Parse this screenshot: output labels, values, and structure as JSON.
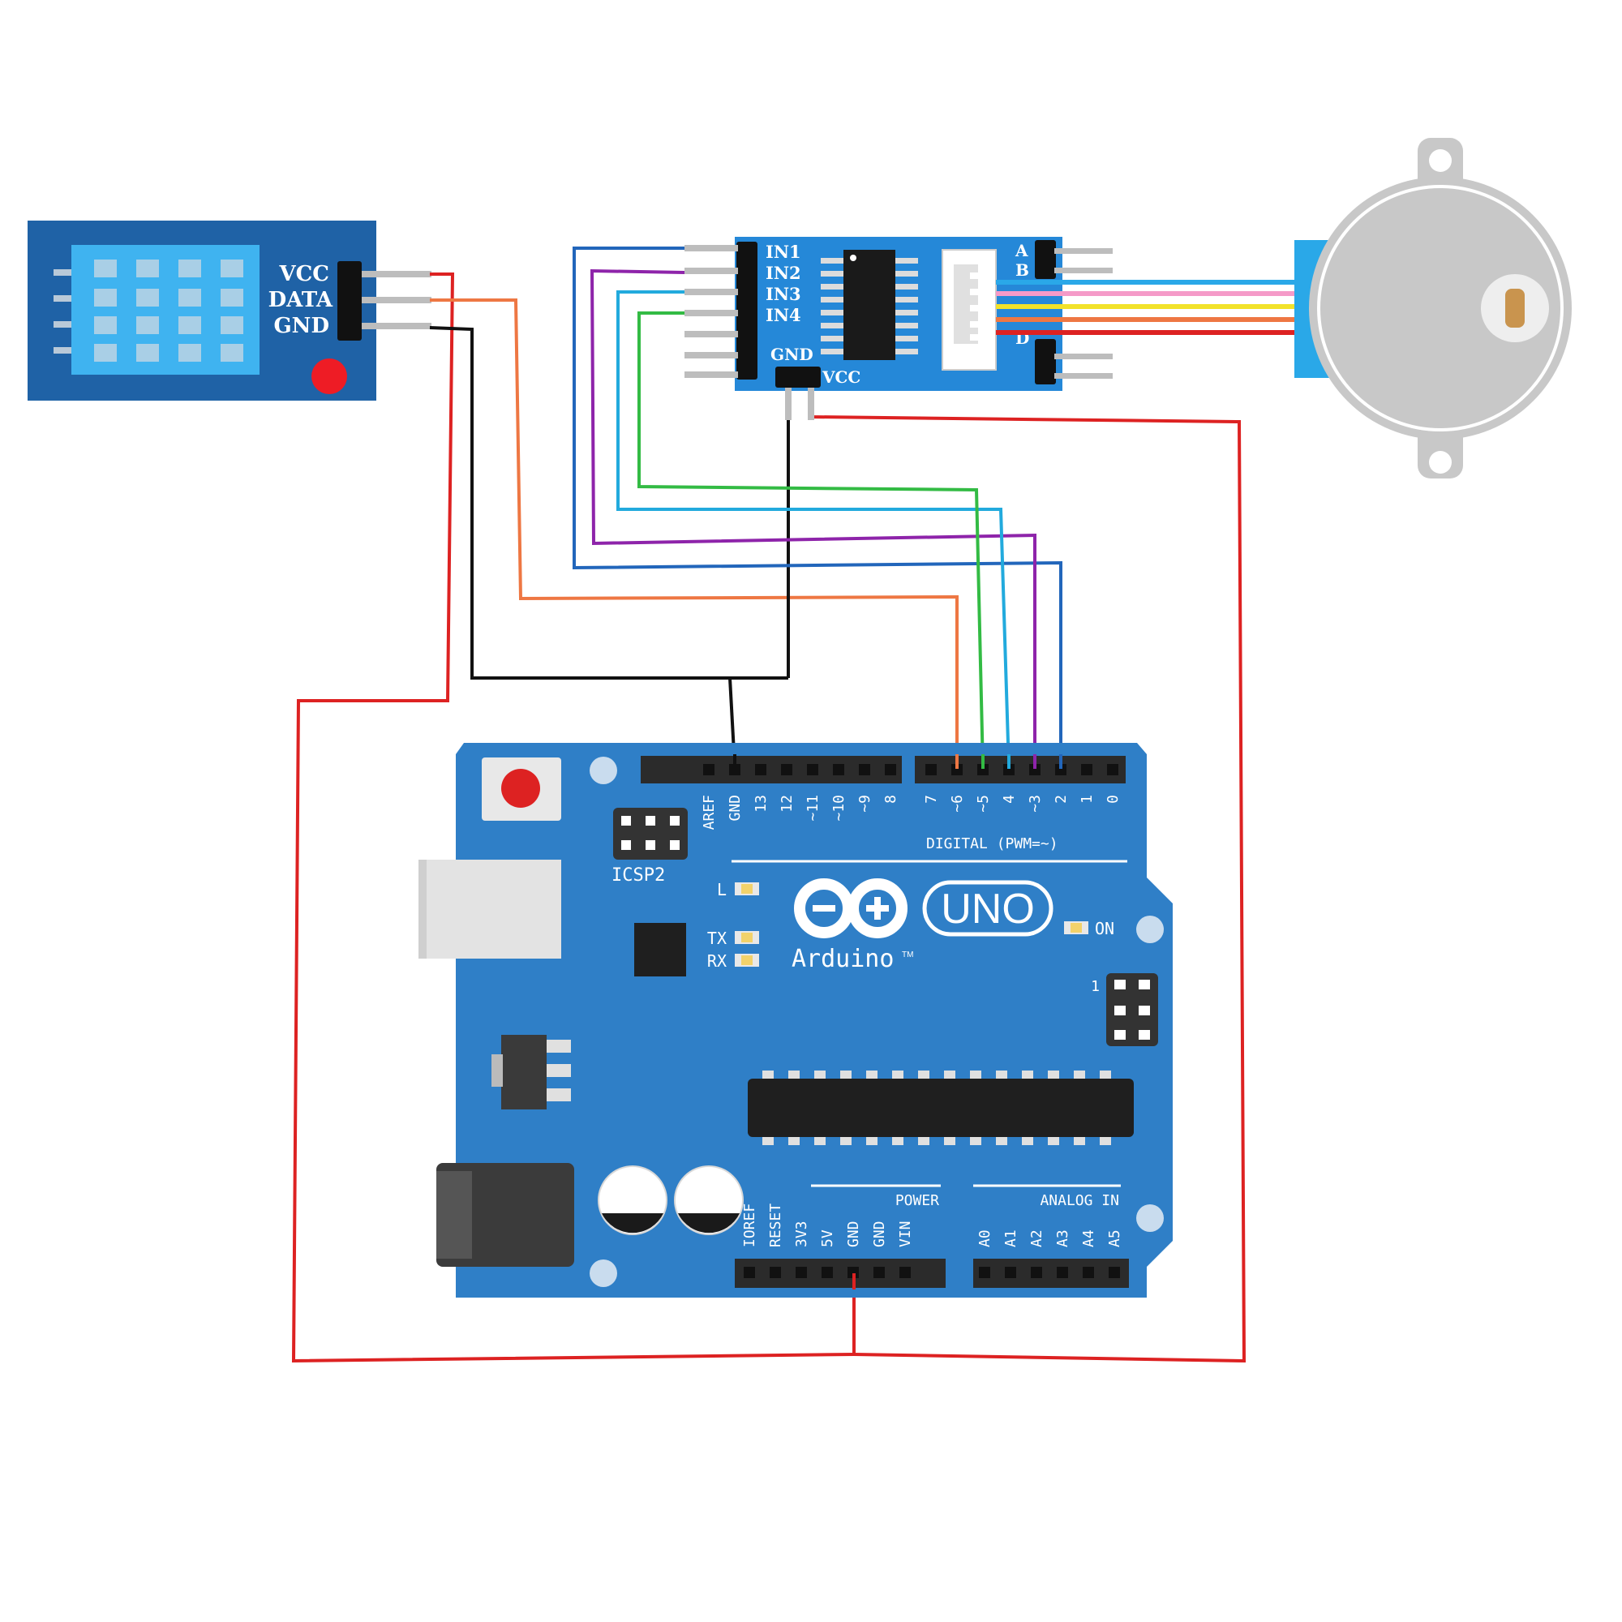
{
  "sensor": {
    "pin_labels": [
      "VCC",
      "DATA",
      "GND"
    ]
  },
  "driver": {
    "input_labels": [
      "IN1",
      "IN2",
      "IN3",
      "IN4"
    ],
    "output_labels": [
      "A",
      "B"
    ],
    "output_label_partial": "D",
    "power_labels": [
      "GND",
      "VCC"
    ]
  },
  "arduino": {
    "header_top_left": [
      "AREF",
      "GND",
      "13",
      "12",
      "~11",
      "~10",
      "~9",
      "8"
    ],
    "header_top_right": [
      "7",
      "~6",
      "~5",
      "4",
      "~3",
      "2",
      "1",
      "0"
    ],
    "digital_label": "DIGITAL (PWM=~)",
    "icsp2_label": "ICSP2",
    "led_labels": [
      "L",
      "TX",
      "RX"
    ],
    "on_label": "ON",
    "icsp_label": "1",
    "logo_text": "UNO",
    "brand_text": "Arduino",
    "brand_tm": "TM",
    "power_label": "POWER",
    "analog_label": "ANALOG IN",
    "power_pins": [
      "IOREF",
      "RESET",
      "3V3",
      "5V",
      "GND",
      "GND",
      "VIN"
    ],
    "analog_pins": [
      "A0",
      "A1",
      "A2",
      "A3",
      "A4",
      "A5"
    ]
  },
  "colors": {
    "board_blue": "#2f7fc7",
    "sensor_blue": "#1f62a6",
    "sensor_grid": "#3fb3f0",
    "wire_red": "#dd2222",
    "wire_orange": "#ee7743",
    "wire_black": "#111111",
    "wire_blue": "#2266bb",
    "wire_purple": "#8e24aa",
    "wire_cyan": "#22aadd",
    "wire_green": "#33bb44",
    "wire_pink": "#f59ac8",
    "wire_yellow": "#f2e22a",
    "motor_gray": "#c8c8c8"
  }
}
